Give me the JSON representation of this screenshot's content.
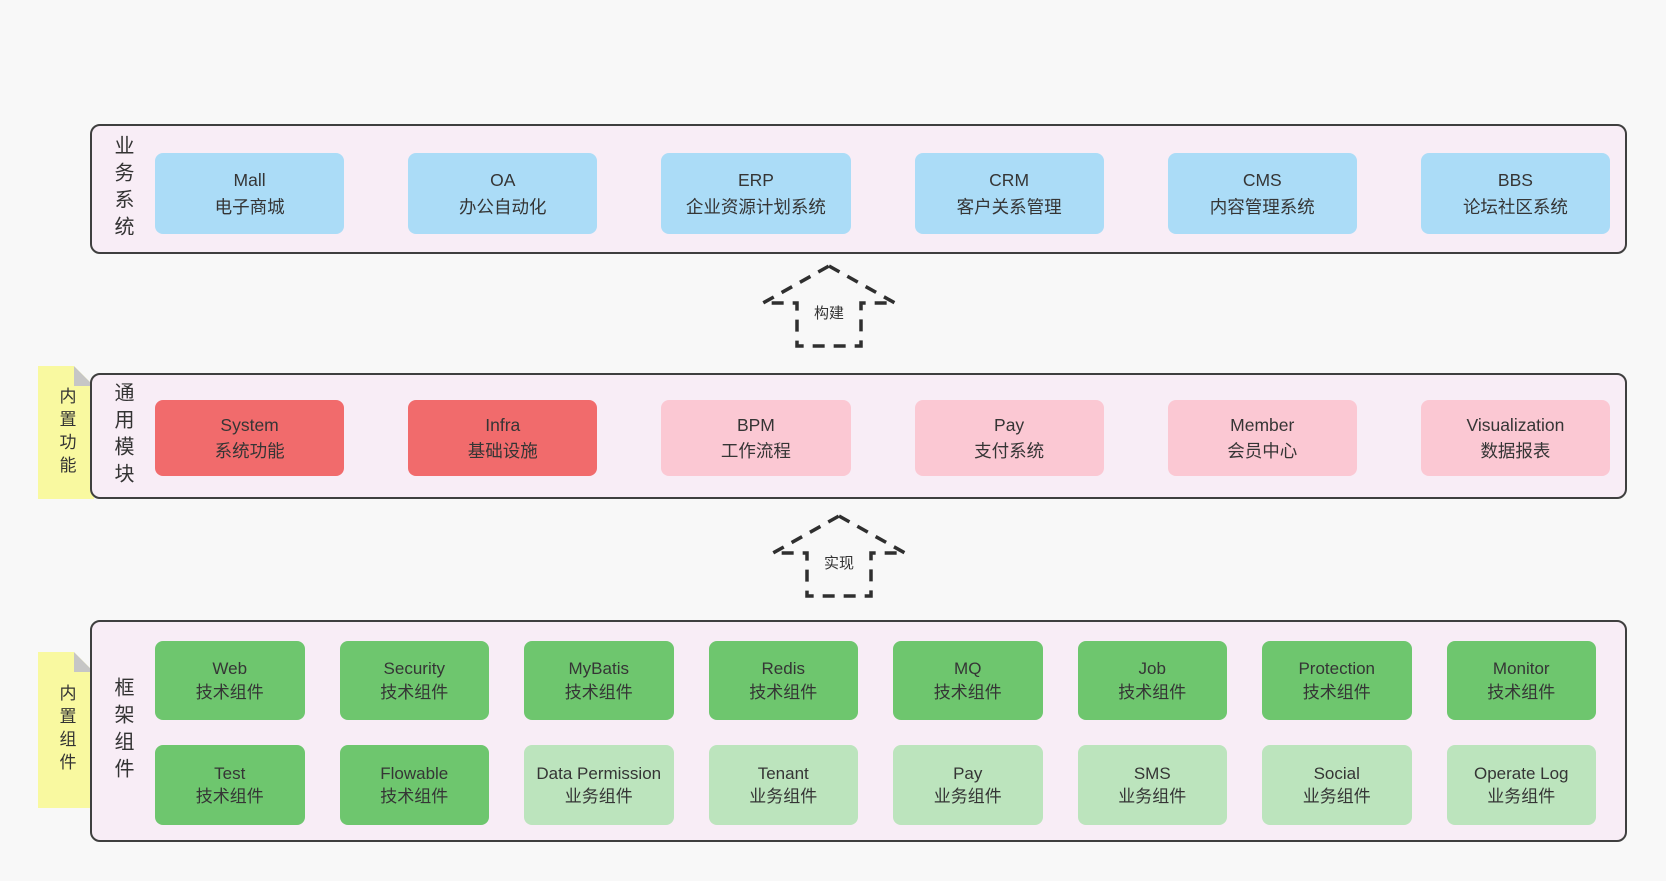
{
  "colors": {
    "page_bg": "#f8f8f8",
    "panel_bg": "#f8edf6",
    "panel_border": "#3f3f3f",
    "blue_box": "#abdcf7",
    "red_box": "#f16b6c",
    "pink_box": "#fbc8d3",
    "green_box": "#6ec66e",
    "light_green_box": "#bce4bd",
    "sticky_yellow": "#f9f9a0",
    "sticky_fold_gray": "#c6c6c6",
    "text": "#353535"
  },
  "arrows": {
    "build_label": "构建",
    "implement_label": "实现"
  },
  "business": {
    "side_label": "业务系统",
    "boxes": [
      {
        "title": "Mall",
        "subtitle": "电子商城"
      },
      {
        "title": "OA",
        "subtitle": "办公自动化"
      },
      {
        "title": "ERP",
        "subtitle": "企业资源计划系统"
      },
      {
        "title": "CRM",
        "subtitle": "客户关系管理"
      },
      {
        "title": "CMS",
        "subtitle": "内容管理系统"
      },
      {
        "title": "BBS",
        "subtitle": "论坛社区系统"
      }
    ]
  },
  "modules": {
    "side_label": "通用模块",
    "sticky_label": "内置功能",
    "boxes": [
      {
        "title": "System",
        "subtitle": "系统功能"
      },
      {
        "title": "Infra",
        "subtitle": "基础设施"
      },
      {
        "title": "BPM",
        "subtitle": "工作流程"
      },
      {
        "title": "Pay",
        "subtitle": "支付系统"
      },
      {
        "title": "Member",
        "subtitle": "会员中心"
      },
      {
        "title": "Visualization",
        "subtitle": "数据报表"
      }
    ]
  },
  "framework": {
    "side_label": "框架组件",
    "sticky_label": "内置组件",
    "row1": [
      {
        "title": "Web",
        "subtitle": "技术组件"
      },
      {
        "title": "Security",
        "subtitle": "技术组件"
      },
      {
        "title": "MyBatis",
        "subtitle": "技术组件"
      },
      {
        "title": "Redis",
        "subtitle": "技术组件"
      },
      {
        "title": "MQ",
        "subtitle": "技术组件"
      },
      {
        "title": "Job",
        "subtitle": "技术组件"
      },
      {
        "title": "Protection",
        "subtitle": "技术组件"
      },
      {
        "title": "Monitor",
        "subtitle": "技术组件"
      }
    ],
    "row2": [
      {
        "title": "Test",
        "subtitle": "技术组件"
      },
      {
        "title": "Flowable",
        "subtitle": "技术组件"
      },
      {
        "title": "Data Permission",
        "subtitle": "业务组件"
      },
      {
        "title": "Tenant",
        "subtitle": "业务组件"
      },
      {
        "title": "Pay",
        "subtitle": "业务组件"
      },
      {
        "title": "SMS",
        "subtitle": "业务组件"
      },
      {
        "title": "Social",
        "subtitle": "业务组件"
      },
      {
        "title": "Operate Log",
        "subtitle": "业务组件"
      }
    ]
  }
}
